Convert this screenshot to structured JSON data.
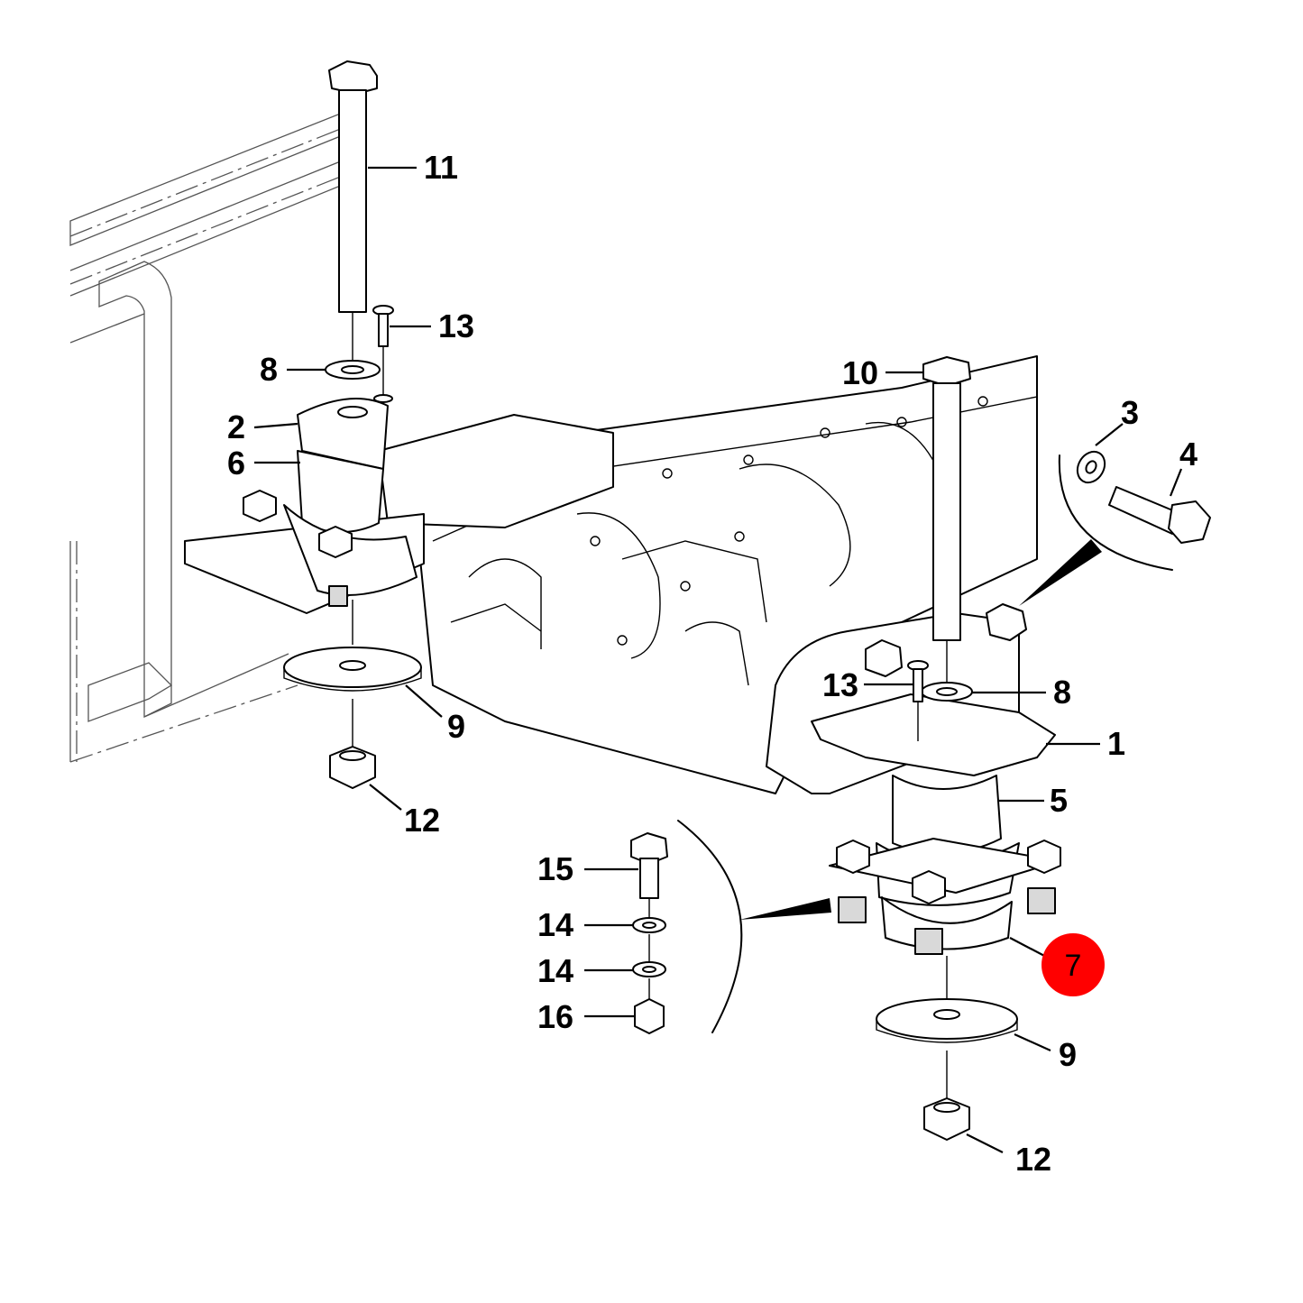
{
  "diagram": {
    "callouts": [
      {
        "id": "c11",
        "text": "11"
      },
      {
        "id": "c13a",
        "text": "13"
      },
      {
        "id": "c8a",
        "text": "8"
      },
      {
        "id": "c2",
        "text": "2"
      },
      {
        "id": "c6",
        "text": "6"
      },
      {
        "id": "c9a",
        "text": "9"
      },
      {
        "id": "c12a",
        "text": "12"
      },
      {
        "id": "c10",
        "text": "10"
      },
      {
        "id": "c3",
        "text": "3"
      },
      {
        "id": "c4",
        "text": "4"
      },
      {
        "id": "c13b",
        "text": "13"
      },
      {
        "id": "c8b",
        "text": "8"
      },
      {
        "id": "c1",
        "text": "1"
      },
      {
        "id": "c5",
        "text": "5"
      },
      {
        "id": "c15",
        "text": "15"
      },
      {
        "id": "c14a",
        "text": "14"
      },
      {
        "id": "c14b",
        "text": "14"
      },
      {
        "id": "c16",
        "text": "16"
      },
      {
        "id": "c9b",
        "text": "9"
      },
      {
        "id": "c12b",
        "text": "12"
      }
    ],
    "highlight": {
      "text": "7",
      "color": "#ff0000"
    },
    "colors": {
      "line": "#000000",
      "frame": "#555555",
      "fill": "#ffffff",
      "shade": "#d9d9d9"
    }
  }
}
